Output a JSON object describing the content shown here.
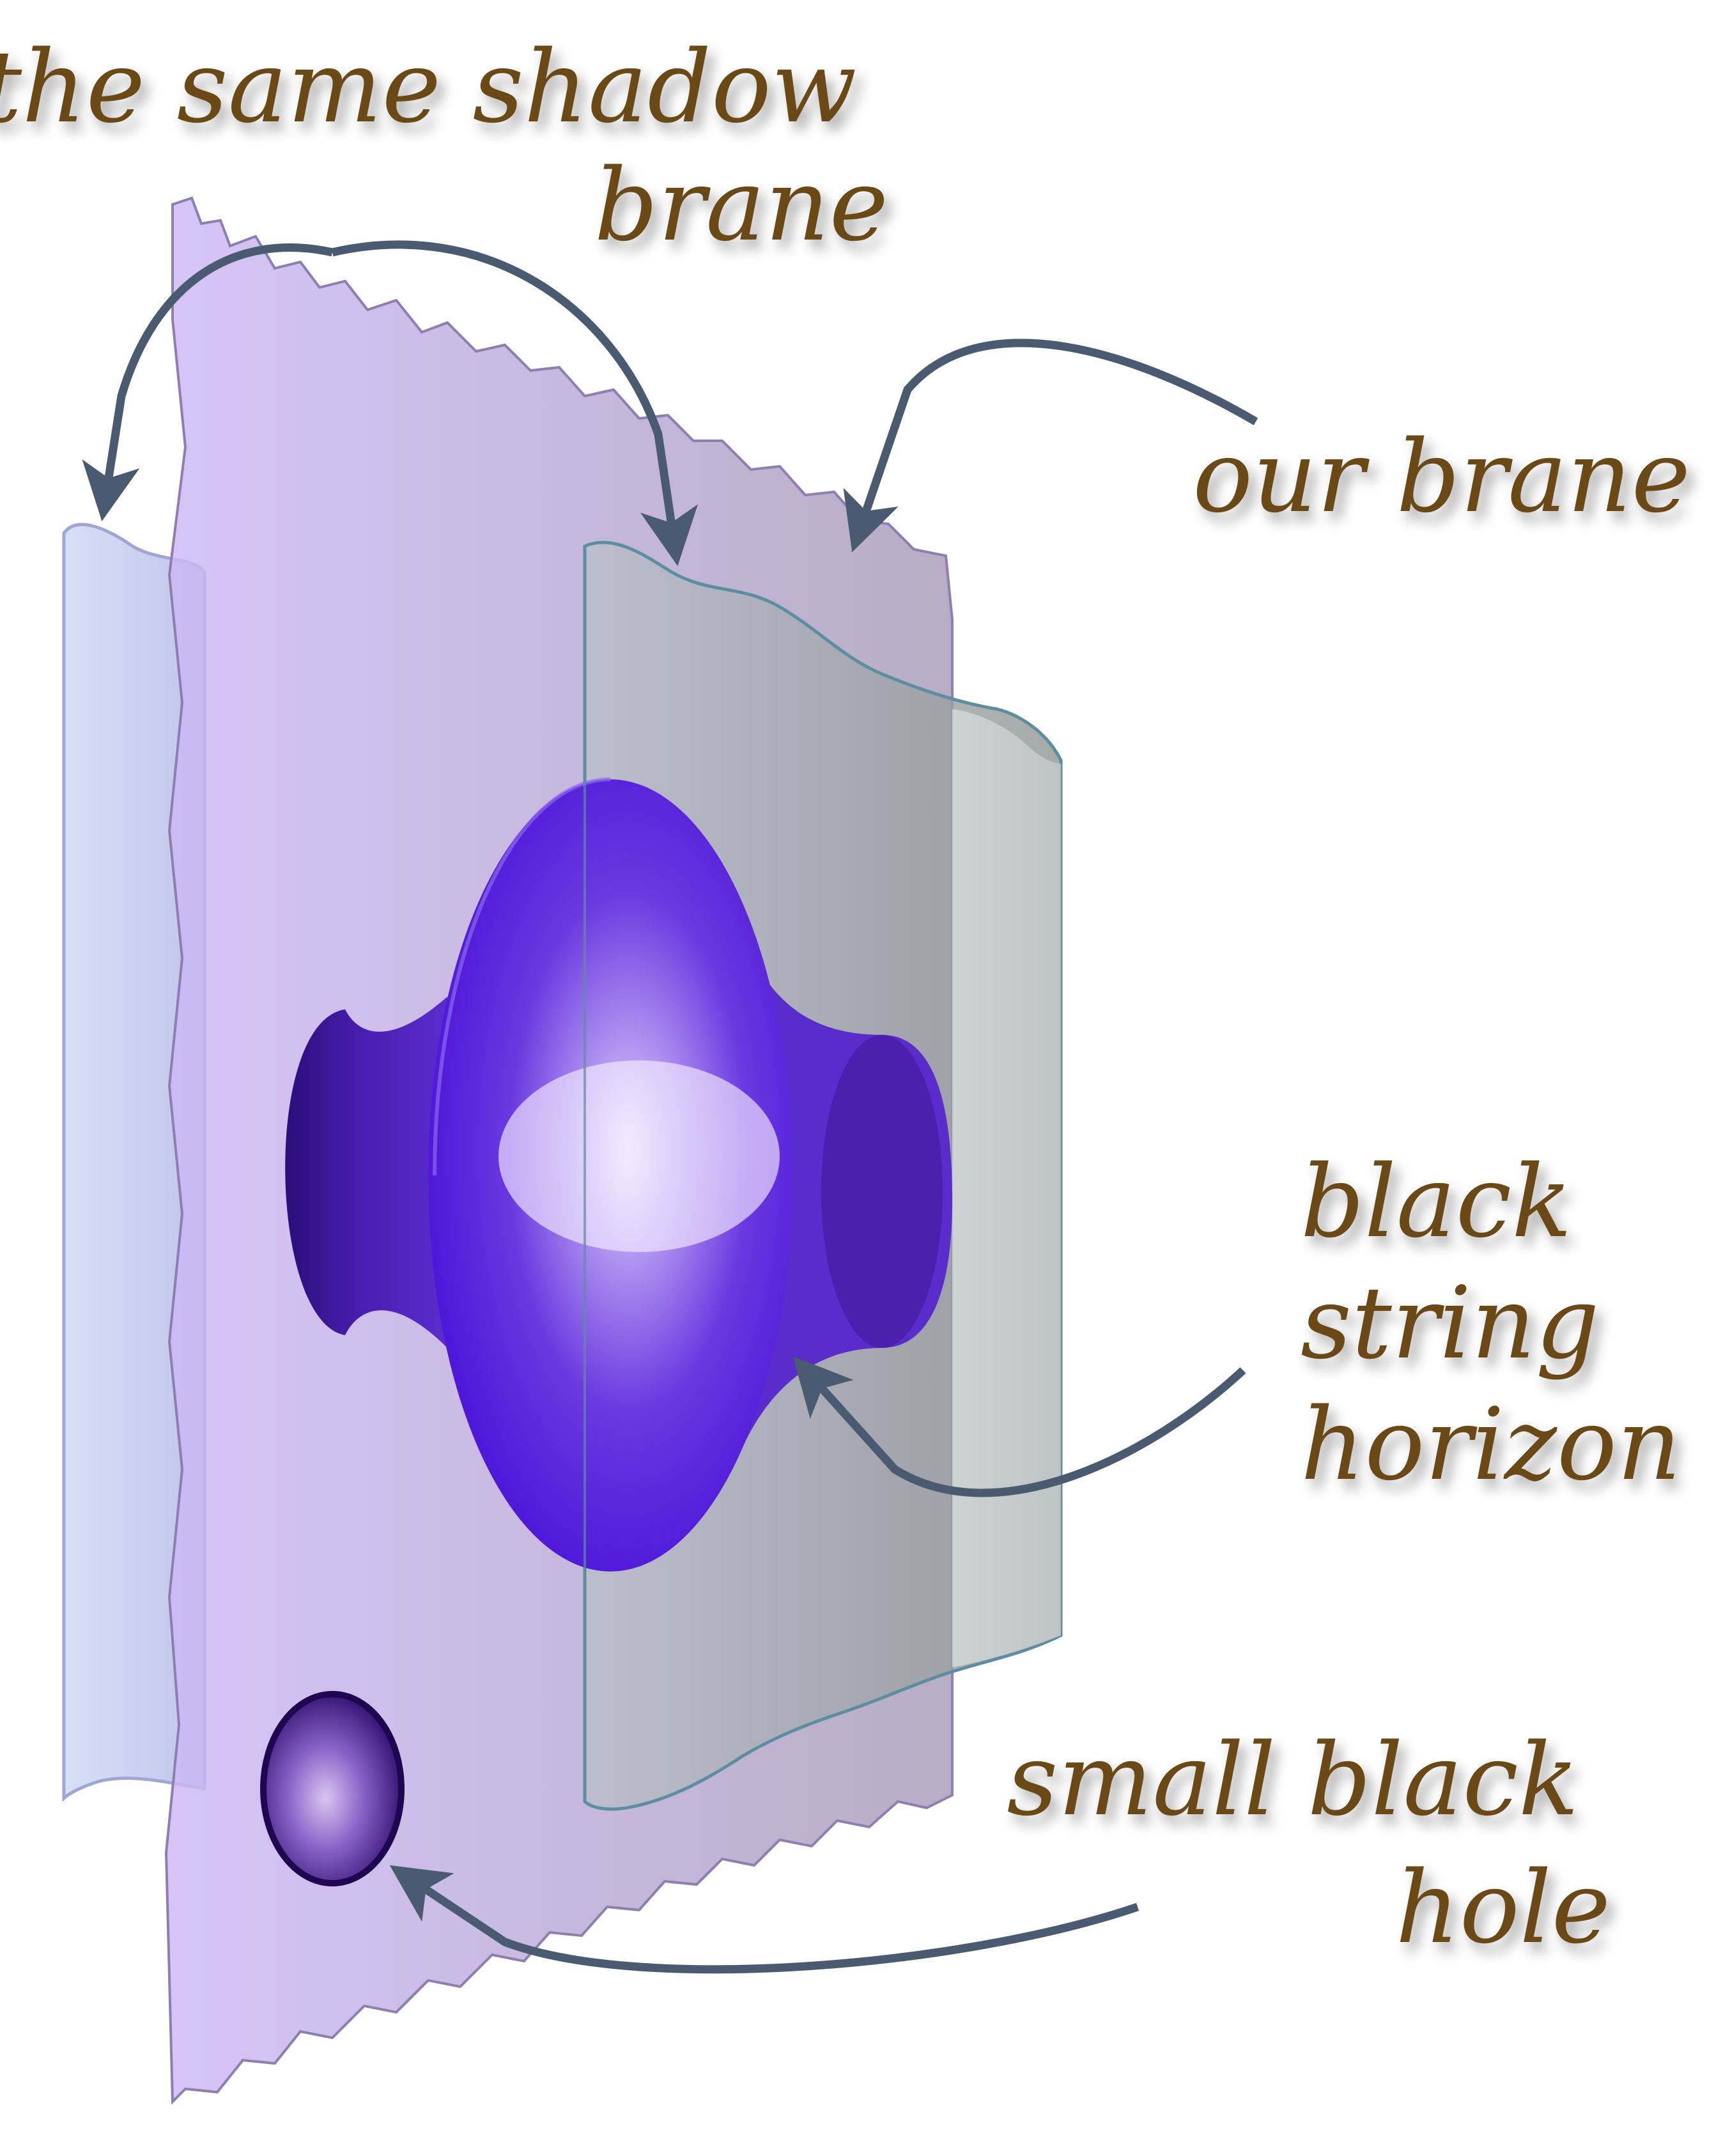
{
  "labels": {
    "shadow_brane": [
      "the same shadow",
      "brane"
    ],
    "our_brane": [
      "our brane"
    ],
    "black_string_horizon": [
      "black",
      "string",
      "horizon"
    ],
    "small_black_hole": [
      "small black",
      "hole"
    ]
  },
  "colors": {
    "label_text": "#6b4a17",
    "arrow": "#4a5a70",
    "shadow_brane": "#c9b6f2",
    "our_brane": "#9aa2a8",
    "black_string": "#5a1fd8"
  }
}
